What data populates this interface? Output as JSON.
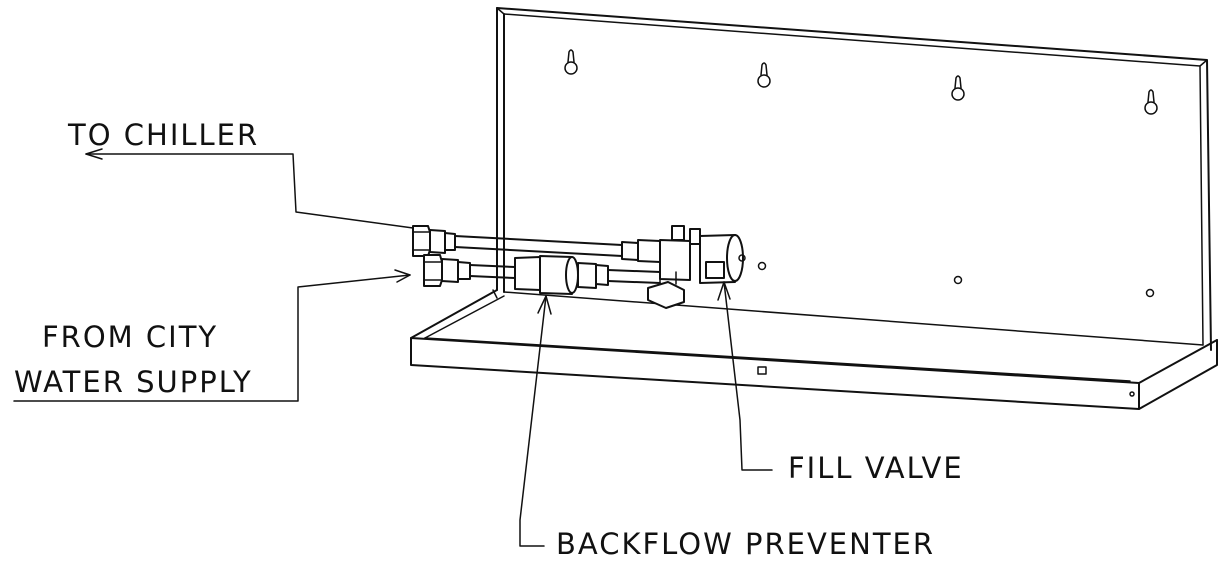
{
  "labels": {
    "to_chiller": "TO CHILLER",
    "from_city_line1": "FROM CITY",
    "from_city_line2": "WATER SUPPLY",
    "fill_valve": "FILL VALVE",
    "backflow_preventer": "BACKFLOW PREVENTER"
  }
}
